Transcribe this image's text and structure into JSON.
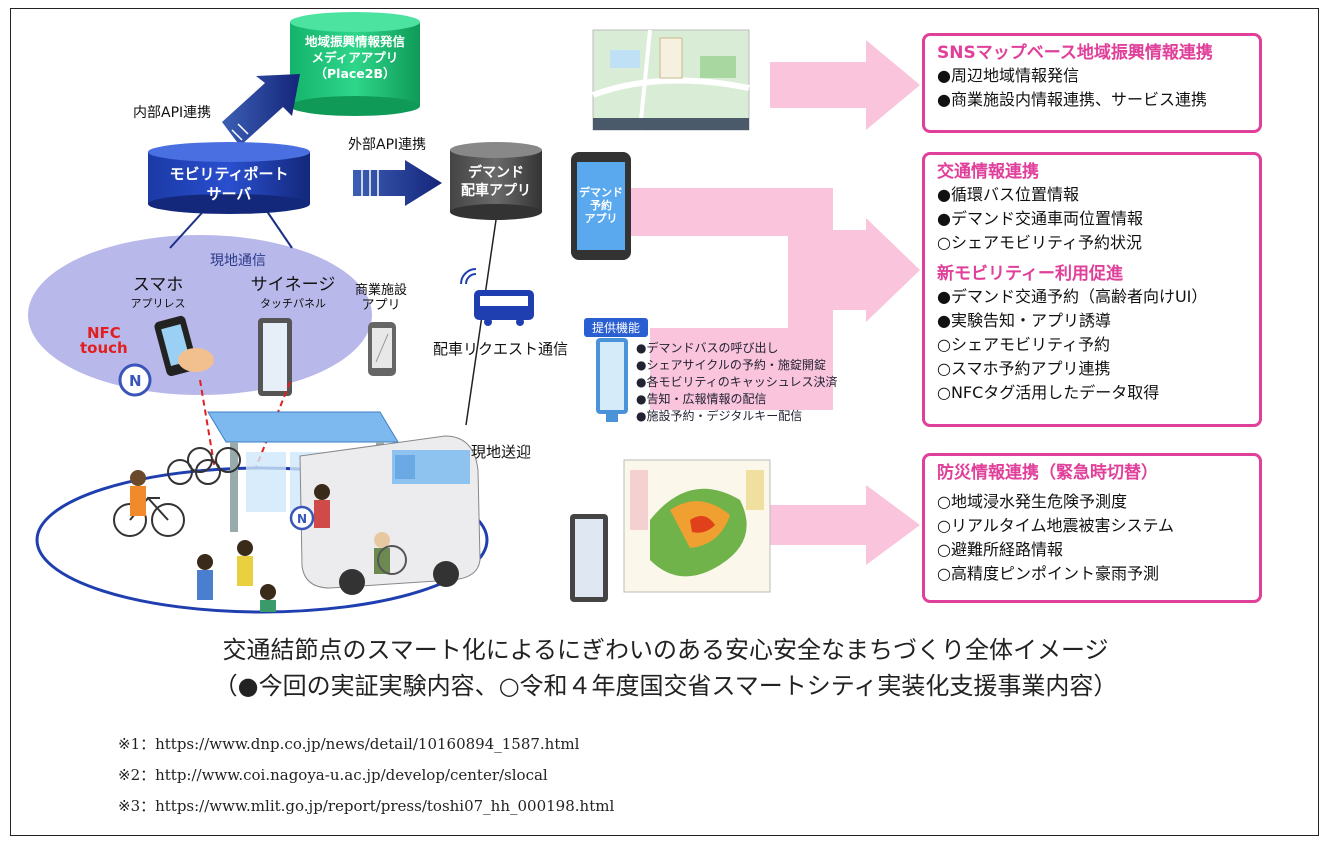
{
  "diagram": {
    "place2b": {
      "line1": "地域振興情報発信",
      "line2": "メディアアプリ",
      "line3": "（Place2B）"
    },
    "internal_api": "内部API連携",
    "external_api": "外部API連携",
    "server": {
      "line1": "モビリティポート",
      "line2": "サーバ"
    },
    "demand_app": {
      "line1": "デマンド",
      "line2": "配車アプリ"
    },
    "local_comm": "現地通信",
    "smartphone": {
      "title": "スマホ",
      "sub": "アプリレス"
    },
    "nfc": {
      "line1": "NFC",
      "line2": "touch"
    },
    "signage": {
      "title": "サイネージ",
      "sub": "タッチパネル"
    },
    "commercial_app": {
      "line1": "商業施設",
      "line2": "アプリ"
    },
    "dispatch_request": "配車リクエスト通信",
    "local_pickup": "現地送迎",
    "reservation_phone": {
      "line1": "デマンド",
      "line2": "予約",
      "line3": "アプリ"
    },
    "features": {
      "title": "提供機能",
      "items": [
        "●デマンドバスの呼び出し",
        "●シェアサイクルの予約・施錠開錠",
        "●各モビリティのキャッシュレス決済",
        "●告知・広報情報の配信",
        "●施設予約・デジタルキー配信"
      ]
    }
  },
  "boxes": {
    "sns": {
      "title": "SNSマップベース地域振興情報連携",
      "items": [
        "●周辺地域情報発信",
        "●商業施設内情報連携、サービス連携"
      ]
    },
    "traffic": {
      "title": "交通情報連携",
      "items": [
        "●循環バス位置情報",
        "●デマンド交通車両位置情報",
        "○シェアモビリティ予約状況"
      ]
    },
    "new_mobility": {
      "title": "新モビリティー利用促進",
      "items": [
        "●デマンド交通予約（高齢者向けUI）",
        "●実験告知・アプリ誘導",
        "○シェアモビリティ予約",
        "○スマホ予約アプリ連携",
        "○NFCタグ活用したデータ取得"
      ]
    },
    "disaster": {
      "title": "防災情報連携（緊急時切替）",
      "items": [
        "○地域浸水発生危険予測度",
        "○リアルタイム地震被害システム",
        "○避難所経路情報",
        "○高精度ピンポイント豪雨予測"
      ]
    }
  },
  "caption": {
    "line1": "交通結節点のスマート化によるにぎわいのある安心安全なまちづくり全体イメージ",
    "line2": "（●今回の実証実験内容、○令和４年度国交省スマートシティ実装化支援事業内容）"
  },
  "notes": [
    "※1：https://www.dnp.co.jp/news/detail/10160894_1587.html",
    "※2：http://www.coi.nagoya-u.ac.jp/develop/center/slocal",
    "※3：https://www.mlit.go.jp/report/press/toshi07_hh_000198.html"
  ],
  "colors": {
    "accent_pink": "#e0409a",
    "navy": "#1b2f86",
    "lavender": "#b9b8ea",
    "arrow_pink": "#f9c4dc"
  }
}
